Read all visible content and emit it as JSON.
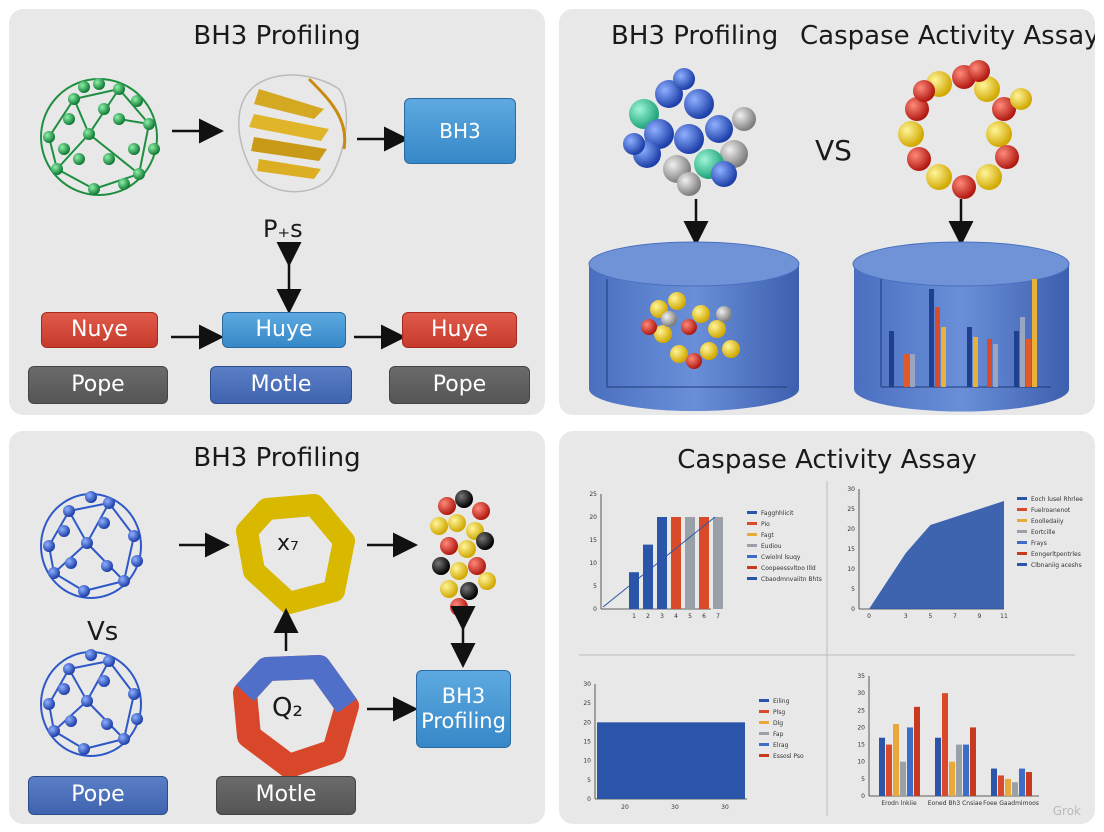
{
  "panel_tl": {
    "title": "BH3 Profiling",
    "box_top": "BH3",
    "middle_label": "P₊s",
    "row_boxes": [
      "Nuye",
      "Huye",
      "Huye"
    ],
    "row_labels": [
      "Pope",
      "Motle",
      "Pope"
    ]
  },
  "panel_tr": {
    "title_left": "BH3 Profiling",
    "title_right": "Caspase Activity Assay",
    "vs": "VS"
  },
  "panel_bl": {
    "title": "BH3 Profiling",
    "vs": "Vs",
    "ring1_label": "x₇",
    "ring2_label": "Q₂",
    "box": "BH3\nProfiling",
    "labels": [
      "Pope",
      "Motle"
    ]
  },
  "panel_br": {
    "title": "Caspase Activity Assay"
  },
  "watermark": "Grok",
  "colors": {
    "panel_bg": "#e8e8e8",
    "green": "#1fa34a",
    "blue_atom": "#2f5fd0",
    "red_atom": "#d42a1f",
    "yellow_atom": "#f2d21a",
    "chart_blue": "#2b55a8"
  },
  "chart_data": [
    {
      "type": "bar",
      "categories": [
        "1",
        "2",
        "3",
        "4",
        "5",
        "6",
        "7"
      ],
      "values": [
        8,
        14,
        20,
        20,
        20,
        20,
        20
      ],
      "legend": [
        "Fagghhlicit",
        "Pio",
        "Fagt",
        "Eudiou",
        "Cwiolnl lsuqy",
        "Coopeessvltoo Illd",
        "Cbaodmnvaiitn Bhts"
      ],
      "ylim": [
        0,
        25
      ]
    },
    {
      "type": "area",
      "x": [
        0,
        3,
        5,
        7,
        9,
        11
      ],
      "values": [
        0,
        14,
        21,
        23,
        25,
        27
      ],
      "legend": [
        "Eoch lusel Rhrlee",
        "Fuelroanenot",
        "Eoolledaiiy",
        "Eortcille",
        "Frays",
        "Eongerltpentrles",
        "Clbnaniig aceshs"
      ],
      "ylim": [
        0,
        30
      ]
    },
    {
      "type": "bar",
      "categories": [
        "20",
        "30",
        "30"
      ],
      "values": [
        20
      ],
      "legend": [
        "Eiling",
        "Plsg",
        "Dlg",
        "Fap",
        "Elrag",
        "Essosl Pso"
      ],
      "ylim": [
        0,
        30
      ]
    },
    {
      "type": "bar",
      "categories": [
        "Erodn lnkiie",
        "Eoned Bh3 Cnsiae",
        "Foee Gaadmimoos"
      ],
      "series": [
        {
          "name": "s1",
          "values": [
            17,
            17,
            8
          ]
        },
        {
          "name": "s2",
          "values": [
            15,
            30,
            6
          ]
        },
        {
          "name": "s3",
          "values": [
            21,
            10,
            5
          ]
        },
        {
          "name": "s4",
          "values": [
            10,
            15,
            4
          ]
        },
        {
          "name": "s5",
          "values": [
            20,
            15,
            8
          ]
        },
        {
          "name": "s6",
          "values": [
            26,
            20,
            7
          ]
        }
      ],
      "ylim": [
        0,
        35
      ]
    }
  ]
}
